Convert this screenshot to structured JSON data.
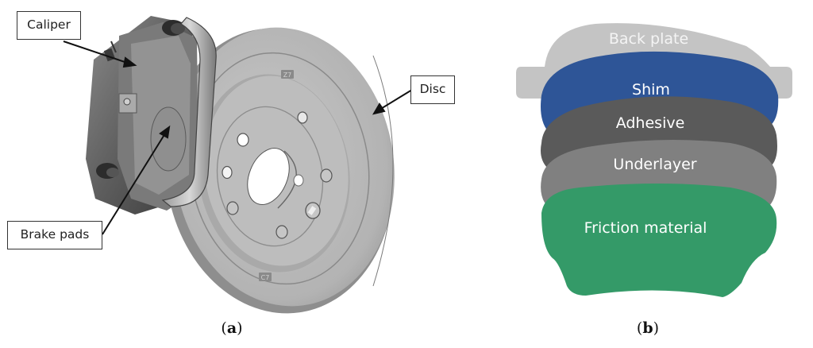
{
  "figure": {
    "panel_a": {
      "caption_open": "(",
      "caption_letter": "a",
      "caption_close": ")",
      "labels": {
        "caliper": "Caliper",
        "disc": "Disc",
        "brake_pads": "Brake pads"
      },
      "disc_markings": [
        "Z7",
        "C7"
      ],
      "colors": {
        "disc": "#b9b9b9",
        "disc_shadow": "#8e8e8e",
        "caliper": "#6d6d6d",
        "caliper_dark": "#3f3f3f"
      }
    },
    "panel_b": {
      "caption_open": "(",
      "caption_letter": "b",
      "caption_close": ")",
      "layers": [
        {
          "name": "Back plate",
          "color": "#c4c4c4"
        },
        {
          "name": "Shim",
          "color": "#2e5597"
        },
        {
          "name": "Adhesive",
          "color": "#5a5a5a"
        },
        {
          "name": "Underlayer",
          "color": "#808080"
        },
        {
          "name": "Friction material",
          "color": "#349a68"
        }
      ]
    }
  }
}
